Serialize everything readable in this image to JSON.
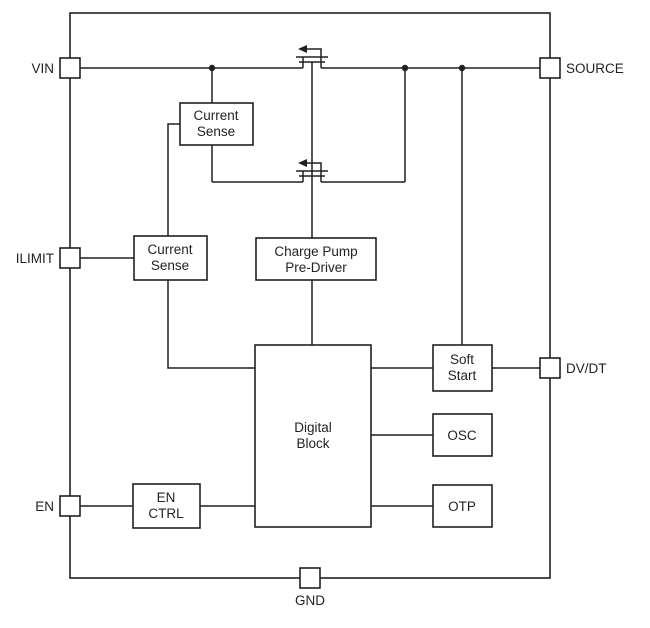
{
  "diagram": {
    "pins": {
      "vin": {
        "label": "VIN"
      },
      "ilimit": {
        "label": "ILIMIT"
      },
      "en": {
        "label": "EN"
      },
      "source": {
        "label": "SOURCE"
      },
      "dvdt": {
        "label": "DV/DT"
      },
      "gnd": {
        "label": "GND"
      }
    },
    "blocks": {
      "current_sense_top": {
        "line1": "Current",
        "line2": "Sense"
      },
      "current_sense_left": {
        "line1": "Current",
        "line2": "Sense"
      },
      "charge_pump": {
        "line1": "Charge Pump",
        "line2": "Pre-Driver"
      },
      "digital": {
        "line1": "Digital",
        "line2": "Block"
      },
      "soft_start": {
        "line1": "Soft",
        "line2": "Start"
      },
      "osc": {
        "label": "OSC"
      },
      "otp": {
        "label": "OTP"
      },
      "en_ctrl": {
        "line1": "EN",
        "line2": "CTRL"
      }
    },
    "components": {
      "pass_fet": "n-channel-mosfet",
      "sense_fet": "n-channel-mosfet"
    },
    "colors": {
      "line": "#231f20",
      "block_fill": "#ffffff",
      "background": "#ffffff"
    }
  }
}
